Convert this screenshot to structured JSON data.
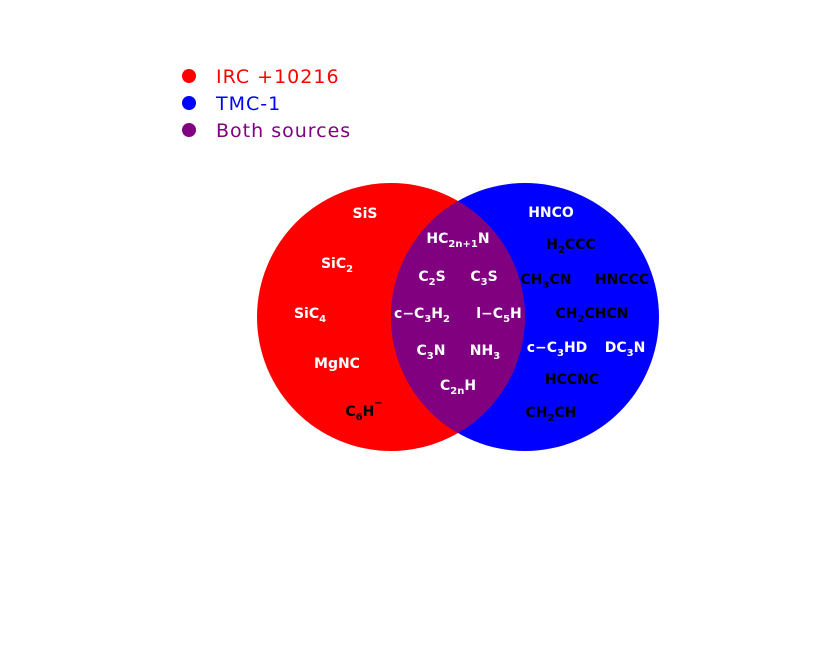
{
  "legend": [
    {
      "label": "IRC +10216",
      "color": "#ff0000"
    },
    {
      "label": "TMC-1",
      "color": "#0000ff"
    },
    {
      "label": "Both sources",
      "color": "#800080"
    }
  ],
  "circles": {
    "irc": {
      "color": "#ff0000"
    },
    "tmc": {
      "color": "#0000ff"
    },
    "overlap": {
      "color": "#800080"
    }
  },
  "molecules": {
    "irc_only": [
      {
        "id": "sis",
        "base": "SiS",
        "sub": "",
        "sup": "",
        "color": "white"
      },
      {
        "id": "sic2",
        "base": "SiC",
        "sub": "2",
        "sup": "",
        "color": "white"
      },
      {
        "id": "sic4",
        "base": "SiC",
        "sub": "4",
        "sup": "",
        "color": "white"
      },
      {
        "id": "mgnc",
        "base": "MgNC",
        "sub": "",
        "sup": "",
        "color": "white"
      },
      {
        "id": "c6h-",
        "base": "C",
        "sub": "6",
        "tail": "H",
        "sup": "−",
        "color": "black"
      }
    ],
    "both": [
      {
        "id": "hc2n1n",
        "base": "HC",
        "sub": "2n+1",
        "tail": "N",
        "color": "white"
      },
      {
        "id": "c2s",
        "base": "C",
        "sub": "2",
        "tail": "S",
        "color": "white"
      },
      {
        "id": "c3s",
        "base": "C",
        "sub": "3",
        "tail": "S",
        "color": "white"
      },
      {
        "id": "c-c3h2",
        "base": "c−C",
        "sub": "3",
        "tail": "H",
        "sub2": "2",
        "color": "white"
      },
      {
        "id": "l-c5h",
        "base": "l−C",
        "sub": "5",
        "tail": "H",
        "color": "white"
      },
      {
        "id": "c3n",
        "base": "C",
        "sub": "3",
        "tail": "N",
        "color": "white"
      },
      {
        "id": "nh3",
        "base": "NH",
        "sub": "3",
        "tail": "",
        "color": "white"
      },
      {
        "id": "c2nh",
        "base": "C",
        "sub": "2n",
        "tail": "H",
        "color": "white"
      }
    ],
    "tmc_only": [
      {
        "id": "hnco",
        "base": "HNCO",
        "sub": "",
        "tail": "",
        "color": "white"
      },
      {
        "id": "h2ccc",
        "base": "H",
        "sub": "2",
        "tail": "CCC",
        "color": "black"
      },
      {
        "id": "ch3cn",
        "base": "CH",
        "sub": "3",
        "tail": "CN",
        "color": "black"
      },
      {
        "id": "hnccc",
        "base": "HNCCC",
        "sub": "",
        "tail": "",
        "color": "black"
      },
      {
        "id": "ch2chcn",
        "base": "CH",
        "sub": "2",
        "tail": "CHCN",
        "color": "black"
      },
      {
        "id": "c-c3hd",
        "base": "c−C",
        "sub": "3",
        "tail": "HD",
        "color": "white"
      },
      {
        "id": "dc3n",
        "base": "DC",
        "sub": "3",
        "tail": "N",
        "color": "white"
      },
      {
        "id": "hccnc",
        "base": "HCCNC",
        "sub": "",
        "tail": "",
        "color": "black"
      },
      {
        "id": "ch2ch",
        "base": "CH",
        "sub": "2",
        "tail": "CH",
        "color": "black"
      }
    ]
  }
}
